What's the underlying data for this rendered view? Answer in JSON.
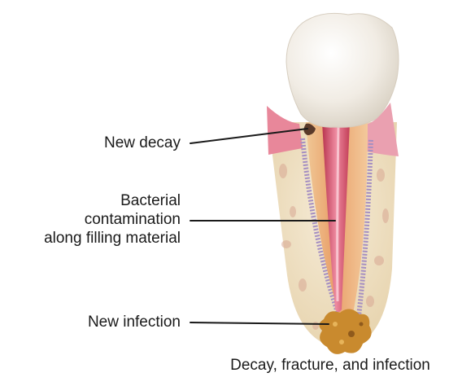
{
  "labels": {
    "new_decay": "New decay",
    "bacterial_line1": "Bacterial",
    "bacterial_line2": "contamination",
    "bacterial_line3": "along filling material",
    "new_infection": "New infection"
  },
  "caption": "Decay, fracture, and infection",
  "colors": {
    "crown": "#f1ece4",
    "gum": "#e8879a",
    "bone": "#efe0c4",
    "root": "#e9a06a",
    "canal_filling": "#d84f68",
    "ligament": "#a58fc2",
    "infection": "#c98a2e",
    "leader_line": "#1a1a1a"
  }
}
